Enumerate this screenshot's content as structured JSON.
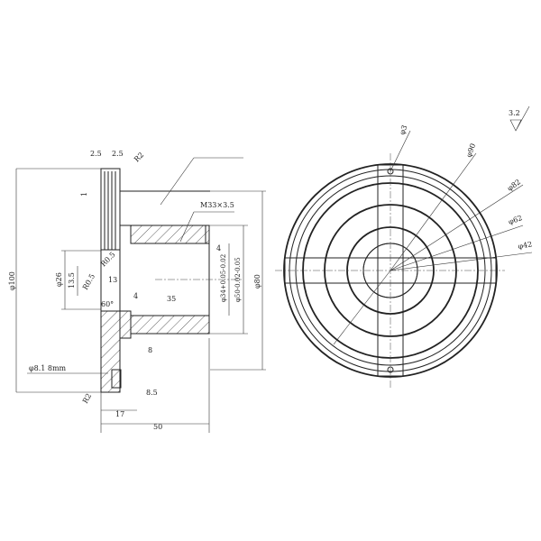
{
  "side_view": {
    "labels": {
      "w1": "2.5",
      "w2": "2.5",
      "r_top": "R2",
      "one": "1",
      "thread": "M33×3.5",
      "four_top": "4",
      "d34": "φ34+0.05-0.02",
      "d50": "φ50-0.02-0.05",
      "d80": "φ80",
      "d100": "φ100",
      "d26": "φ26",
      "h13_5": "13.5",
      "r05a": "R0.5",
      "r05b": "R0.5",
      "l13": "13",
      "angle": "60°",
      "four_bot": "4",
      "l35": "35",
      "l8": "8",
      "hole": "φ8.1 8mm",
      "r_bot": "R2",
      "l8_5": "8.5",
      "l17": "17",
      "l50": "50"
    }
  },
  "front_view": {
    "labels": {
      "d3": "φ3",
      "d90": "φ90",
      "d82": "φ82",
      "d62": "φ62",
      "d42": "φ42"
    },
    "roughness": "3.2"
  }
}
